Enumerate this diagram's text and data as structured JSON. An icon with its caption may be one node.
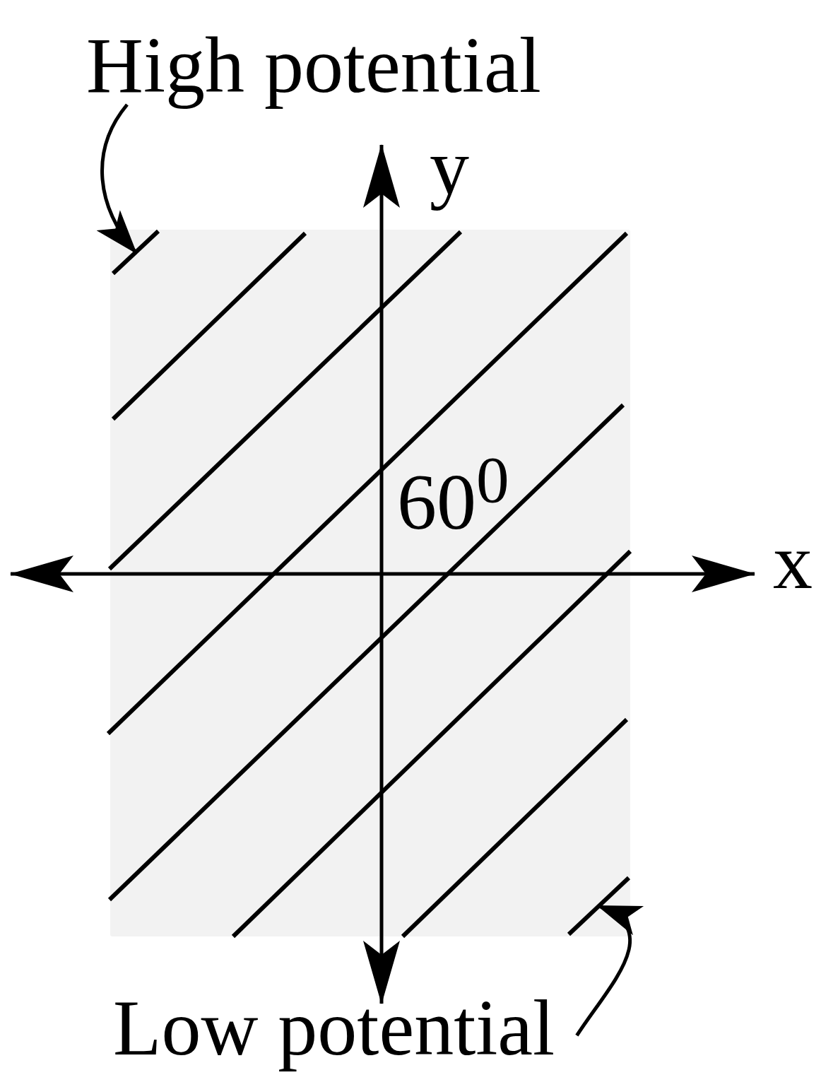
{
  "diagram": {
    "nodes": [
      {
        "text": [
          "High potential"
        ]
      },
      {
        "text": [],
        "shape": "line"
      },
      {
        "text": [
          "Low potential"
        ]
      },
      {
        "text": [],
        "shape": "line"
      }
    ],
    "edges": [
      {
        "from": 0,
        "to": 1,
        "arrow": "to"
      },
      {
        "from": 2,
        "to": 3,
        "arrow": "to"
      }
    ],
    "labels": [
      "y",
      "60$^{0}$",
      "x"
    ]
  }
}
